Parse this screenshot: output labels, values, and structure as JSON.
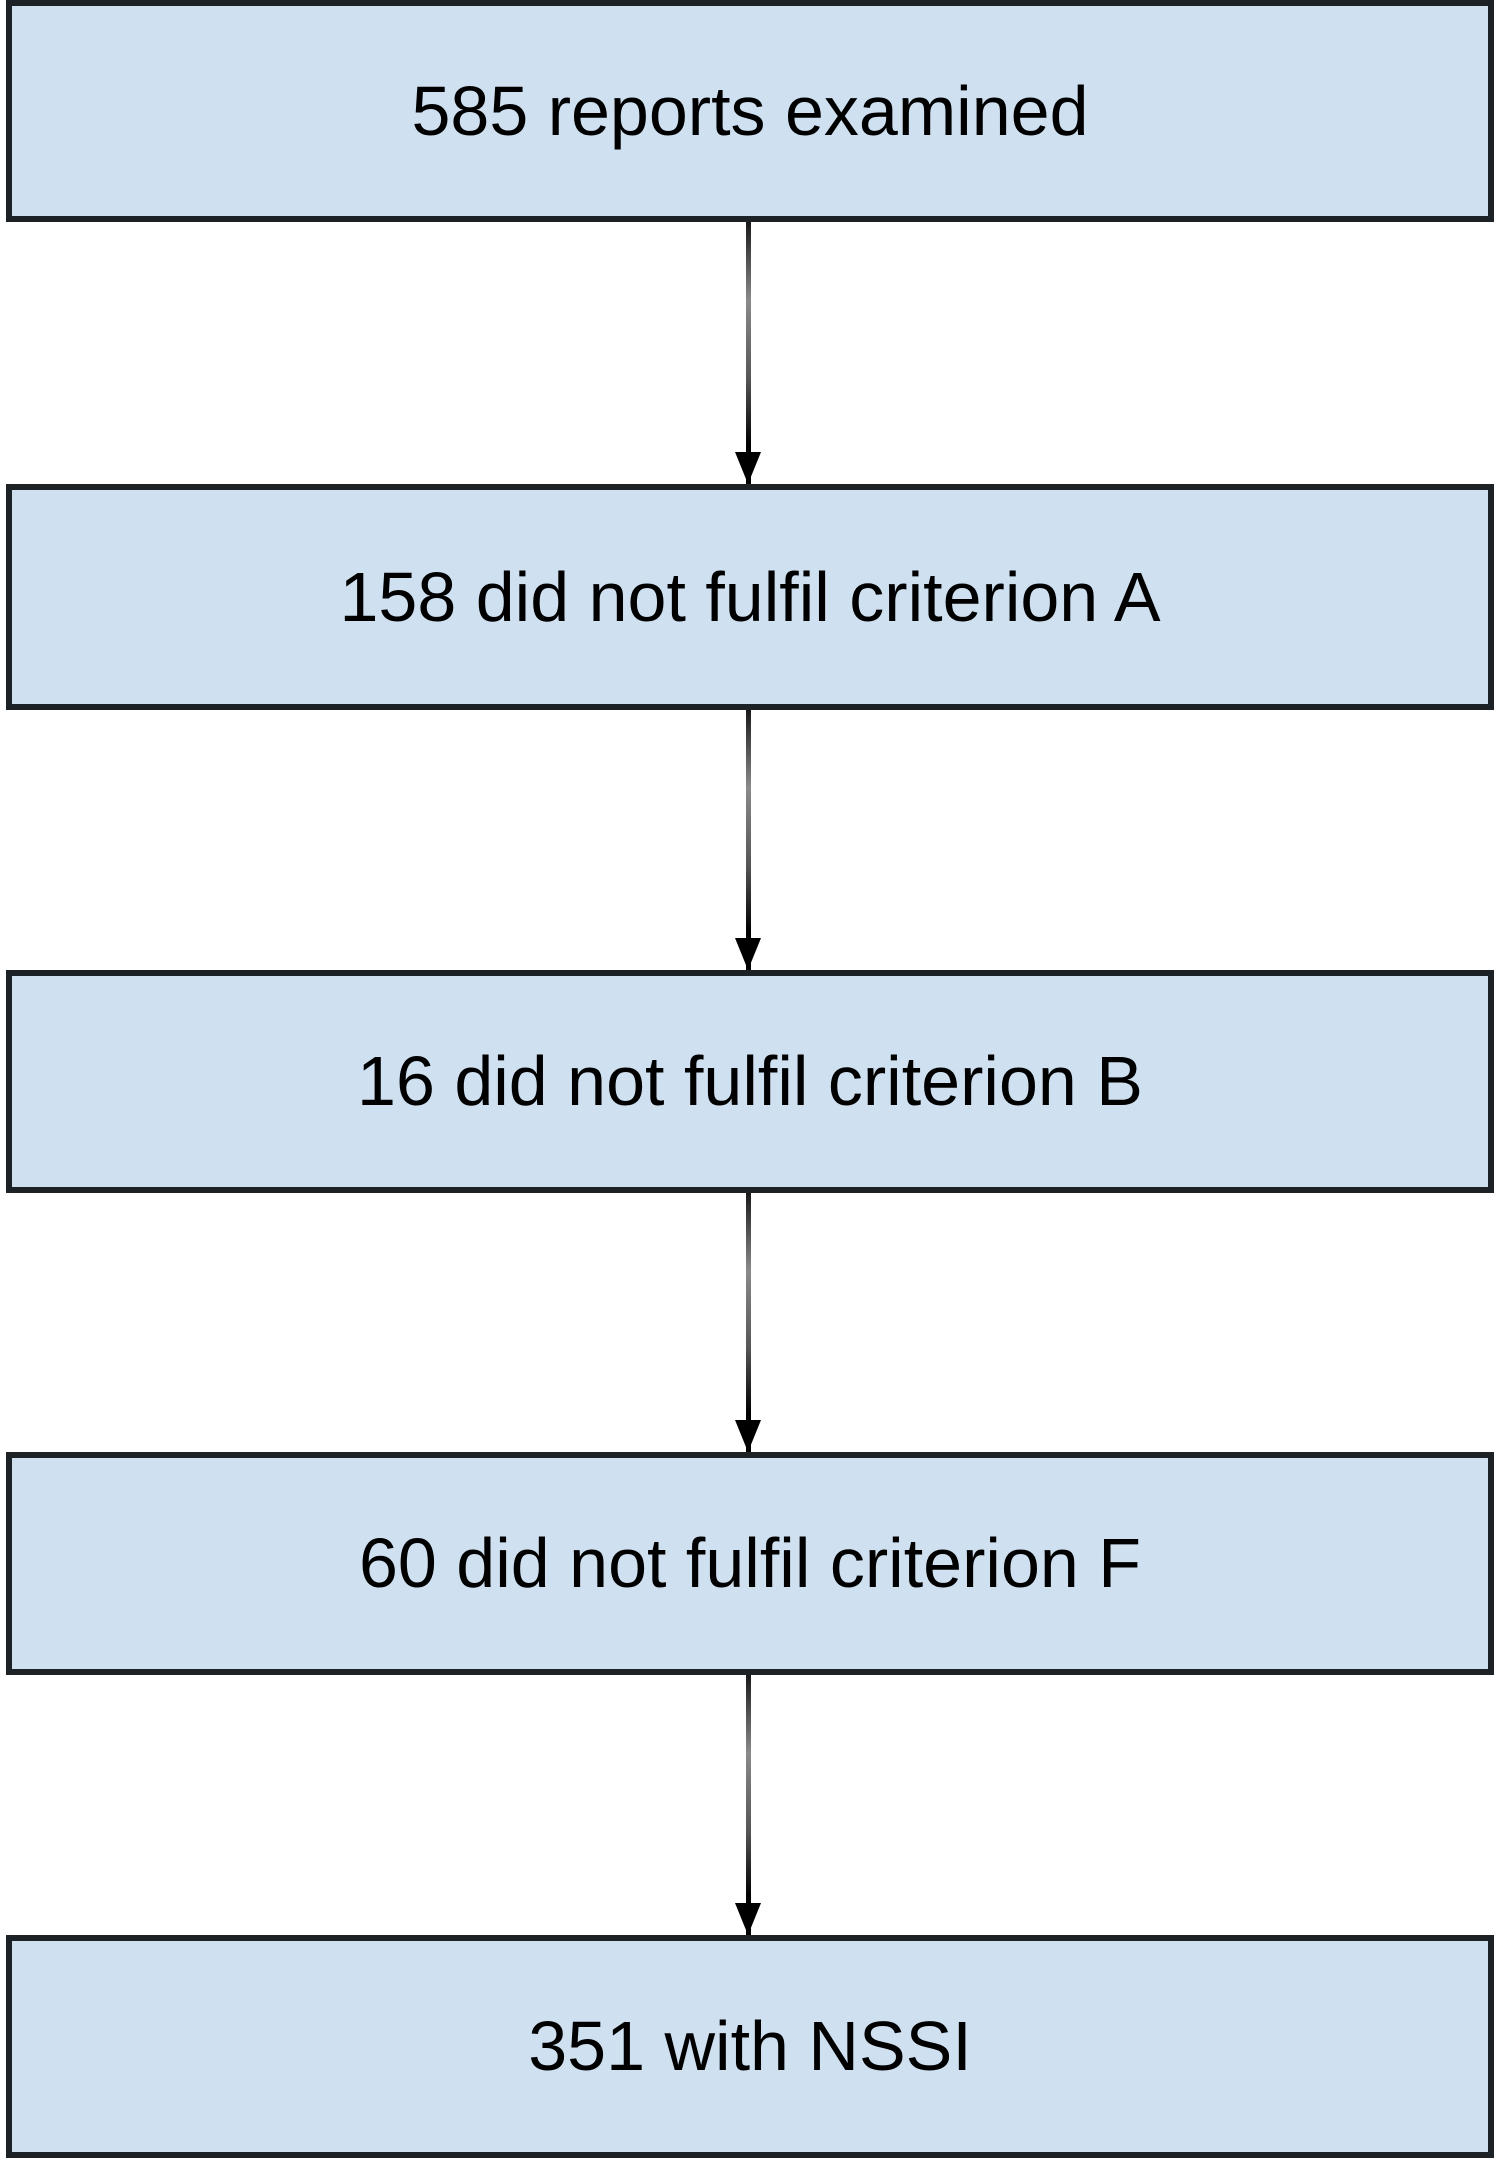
{
  "diagram": {
    "kind": "flowchart",
    "direction": "top-down",
    "boxes": [
      {
        "id": "reports-examined",
        "label": "585 reports examined"
      },
      {
        "id": "criterion-a",
        "label": "158 did not fulfil criterion A"
      },
      {
        "id": "criterion-b",
        "label": "16 did not fulfil criterion B"
      },
      {
        "id": "criterion-f",
        "label": "60 did not fulfil criterion F"
      },
      {
        "id": "nssi",
        "label": "351 with NSSI"
      }
    ],
    "connections": [
      {
        "from": "reports-examined",
        "to": "criterion-a"
      },
      {
        "from": "criterion-a",
        "to": "criterion-b"
      },
      {
        "from": "criterion-b",
        "to": "criterion-f"
      },
      {
        "from": "criterion-f",
        "to": "nssi"
      }
    ],
    "colors": {
      "box_fill": "#cfe0f0",
      "box_border": "#1c2226",
      "arrow": "#000000",
      "text": "#000000",
      "background": "#ffffff"
    }
  }
}
